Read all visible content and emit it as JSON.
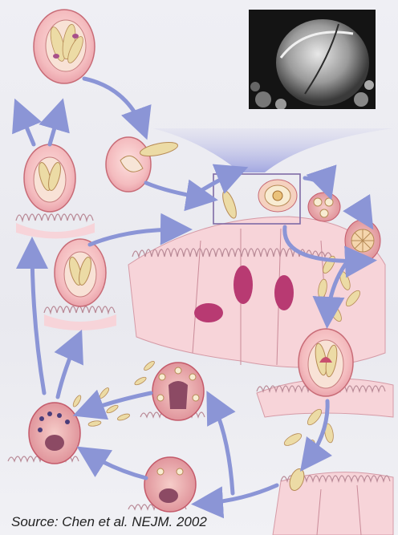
{
  "source_caption": "Source: Chen et al. NEJM. 2002",
  "colors": {
    "arrow": "#8b95d6",
    "cell_pink": "#f6c6c8",
    "cell_outline": "#c45a6a",
    "sporozoite": "#ecdba5",
    "nucleus": "#b0386a",
    "highlight_box": "#7e6aa6"
  },
  "micrograph": {
    "kind": "electron micrograph of oocyst",
    "style": "grayscale"
  }
}
